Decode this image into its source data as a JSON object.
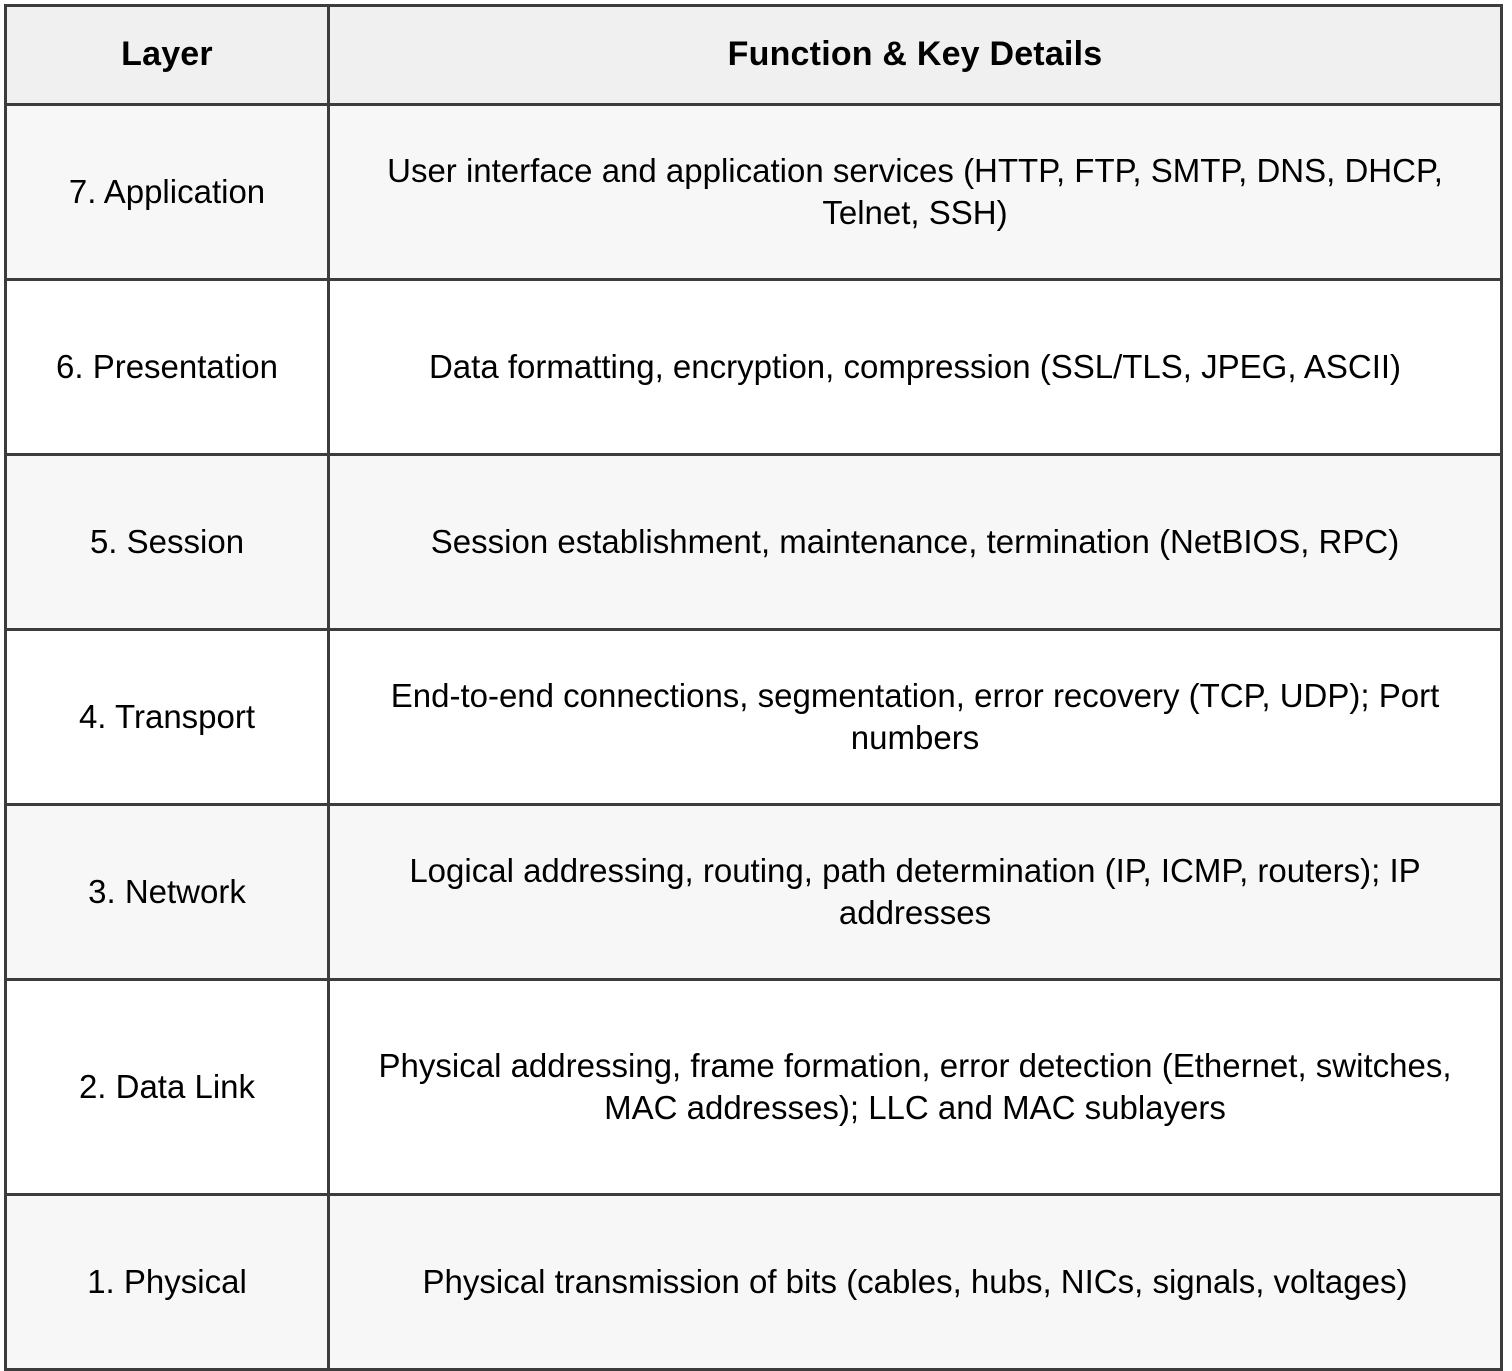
{
  "table": {
    "headers": {
      "layer": "Layer",
      "details": "Function & Key Details"
    },
    "rows": [
      {
        "layer": "7. Application",
        "details": "User interface and application services (HTTP, FTP, SMTP, DNS, DHCP, Telnet, SSH)"
      },
      {
        "layer": "6. Presentation",
        "details": "Data formatting, encryption, compression (SSL/TLS, JPEG, ASCII)"
      },
      {
        "layer": "5. Session",
        "details": "Session establishment, maintenance, termination (NetBIOS, RPC)"
      },
      {
        "layer": "4. Transport",
        "details": "End-to-end connections, segmentation, error recovery (TCP, UDP); Port numbers"
      },
      {
        "layer": "3. Network",
        "details": "Logical addressing, routing, path determination (IP, ICMP, routers); IP addresses"
      },
      {
        "layer": "2. Data Link",
        "details": "Physical addressing, frame formation, error detection (Ethernet, switches, MAC addresses); LLC and MAC sublayers"
      },
      {
        "layer": "1. Physical",
        "details": "Physical transmission of bits (cables, hubs, NICs, signals, voltages)"
      }
    ],
    "colors": {
      "border": "#3c3c3c",
      "header_background": "#f0f0f0",
      "shaded_row_background": "#f7f7f7",
      "plain_row_background": "#ffffff",
      "text": "#000000",
      "page_background": "#ffffff"
    }
  }
}
